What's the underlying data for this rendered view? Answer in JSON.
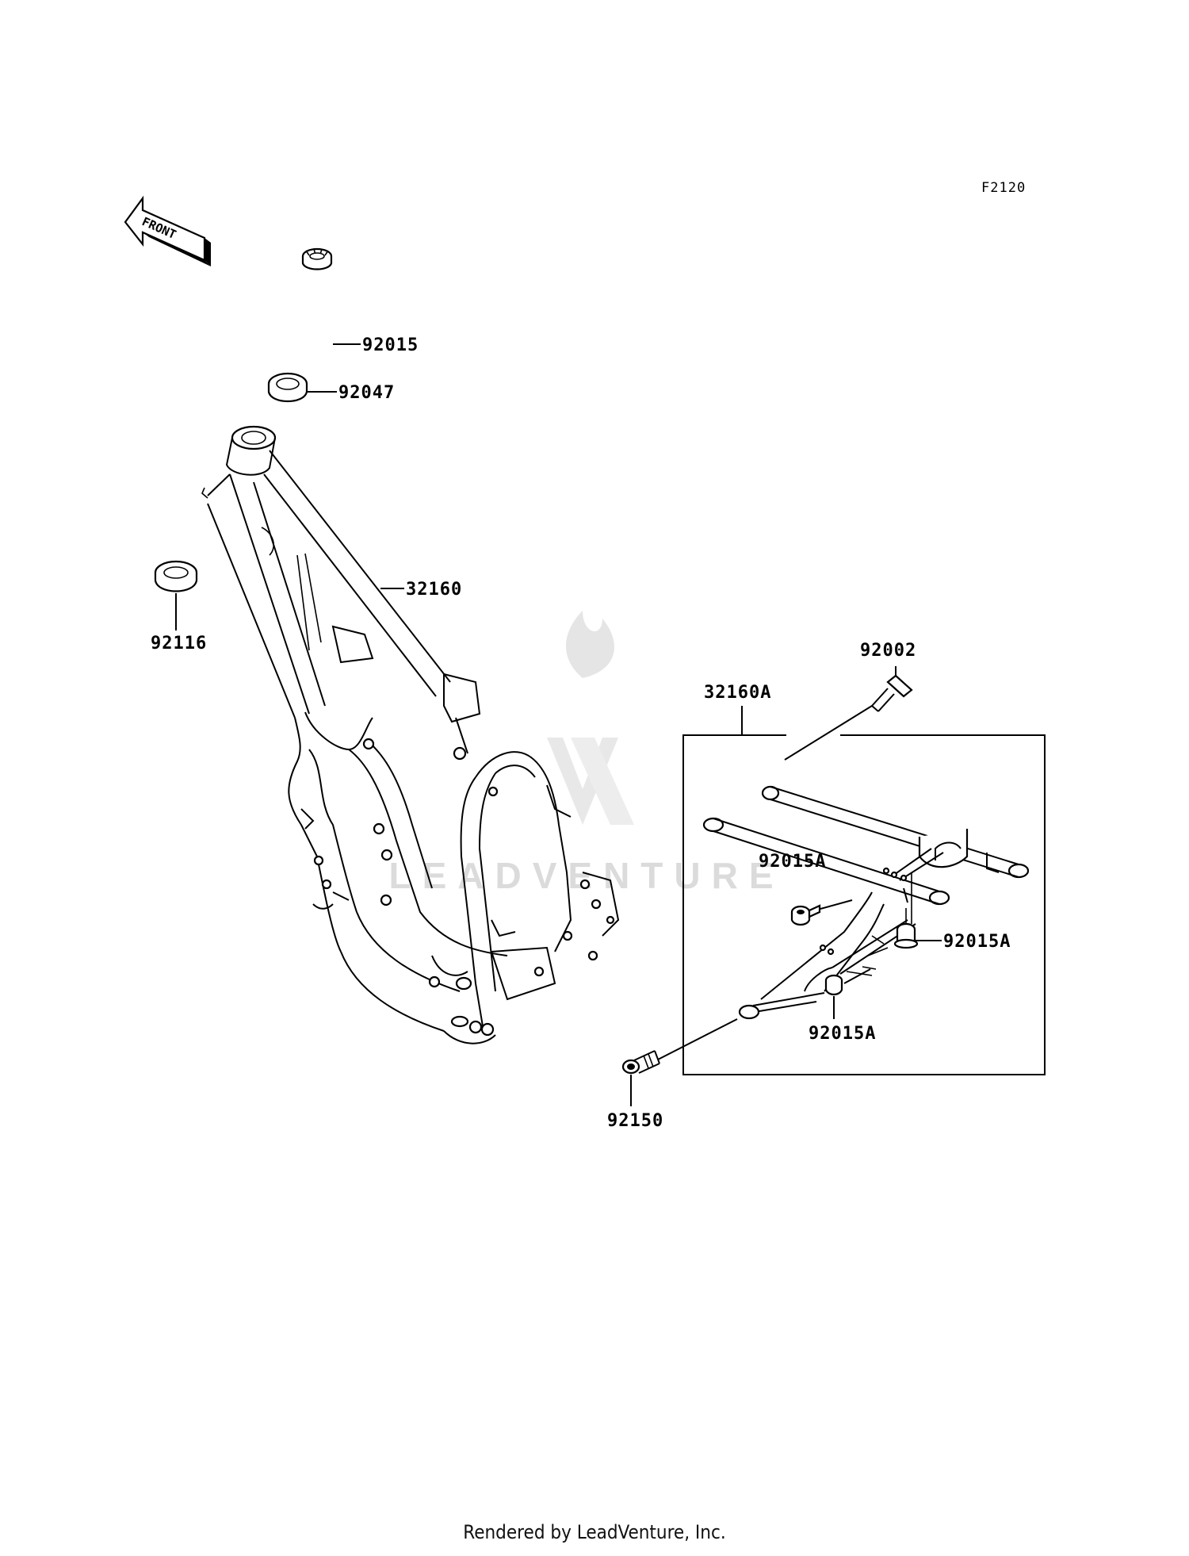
{
  "figure_code": "F2120",
  "front_arrow_label": "FRONT",
  "watermark": "LEADVENTURE",
  "footer": "Rendered by LeadVenture, Inc.",
  "parts": {
    "p92015": "92015",
    "p92047": "92047",
    "p32160": "32160",
    "p92116": "92116",
    "p92002": "92002",
    "p32160A": "32160A",
    "p92015A_1": "92015A",
    "p92015A_2": "92015A",
    "p92015A_3": "92015A",
    "p92150": "92150"
  }
}
